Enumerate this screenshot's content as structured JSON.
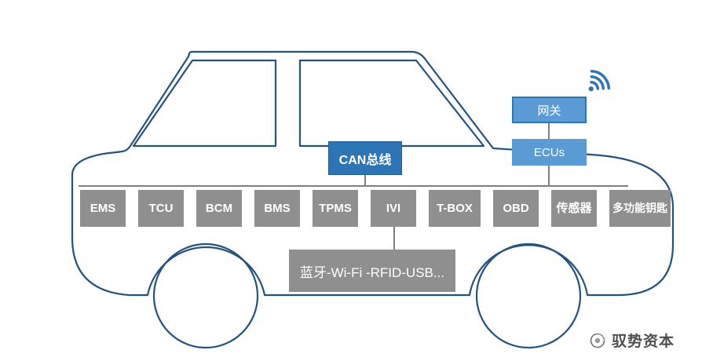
{
  "diagram": {
    "can_bus": {
      "label": "CAN总线"
    },
    "gateway": {
      "label": "网关"
    },
    "ecus": {
      "label": "ECUs"
    },
    "peripheral": {
      "label": "蓝牙-Wi-Fi -RFID-USB..."
    },
    "nodes": [
      {
        "label": "EMS"
      },
      {
        "label": "TCU"
      },
      {
        "label": "BCM"
      },
      {
        "label": "BMS"
      },
      {
        "label": "TPMS"
      },
      {
        "label": "IVI"
      },
      {
        "label": "T-BOX"
      },
      {
        "label": "OBD"
      },
      {
        "label": "传感器"
      },
      {
        "label": "多功能钥匙"
      }
    ],
    "colors": {
      "car_outline": "#24527e",
      "node_fill": "#8f8f8f",
      "can_fill": "#2e75b6",
      "gateway_fill": "#5b9bd5",
      "connector": "#7f7f7f",
      "wifi": "#2e75b6"
    },
    "icons": {
      "wifi": "wifi-signal-icon",
      "watermark_logo": "watermark-logo-icon"
    }
  },
  "watermark": {
    "text": "驭势资本"
  }
}
